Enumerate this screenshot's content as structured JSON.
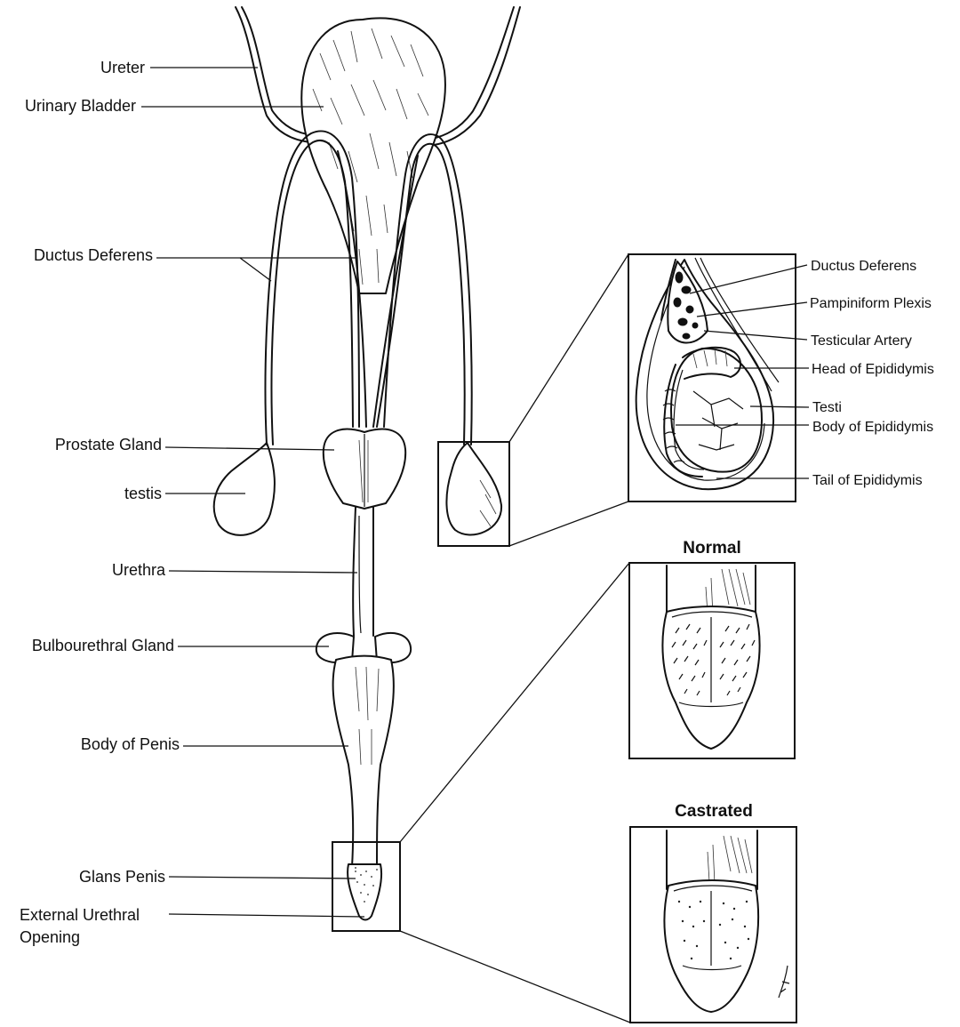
{
  "left_labels": {
    "ureter": "Ureter",
    "urinary_bladder": "Urinary Bladder",
    "ductus_deferens": "Ductus Deferens",
    "prostate_gland": "Prostate Gland",
    "testis": "testis",
    "urethra": "Urethra",
    "bulbourethral_gland": "Bulbourethral Gland",
    "body_of_penis": "Body of Penis",
    "glans_penis": "Glans Penis",
    "external_urethral_opening_line1": "External Urethral",
    "external_urethral_opening_line2": "Opening"
  },
  "testis_detail_labels": {
    "ductus_deferens": "Ductus Deferens",
    "pampiniform_plexis": "Pampiniform Plexis",
    "testicular_artery": "Testicular Artery",
    "head_of_epididymis": "Head of Epididymis",
    "testi": "Testi",
    "body_of_epididymis": "Body of Epididymis",
    "tail_of_epididymis": "Tail of Epididymis"
  },
  "panel_titles": {
    "normal": "Normal",
    "castrated": "Castrated"
  }
}
